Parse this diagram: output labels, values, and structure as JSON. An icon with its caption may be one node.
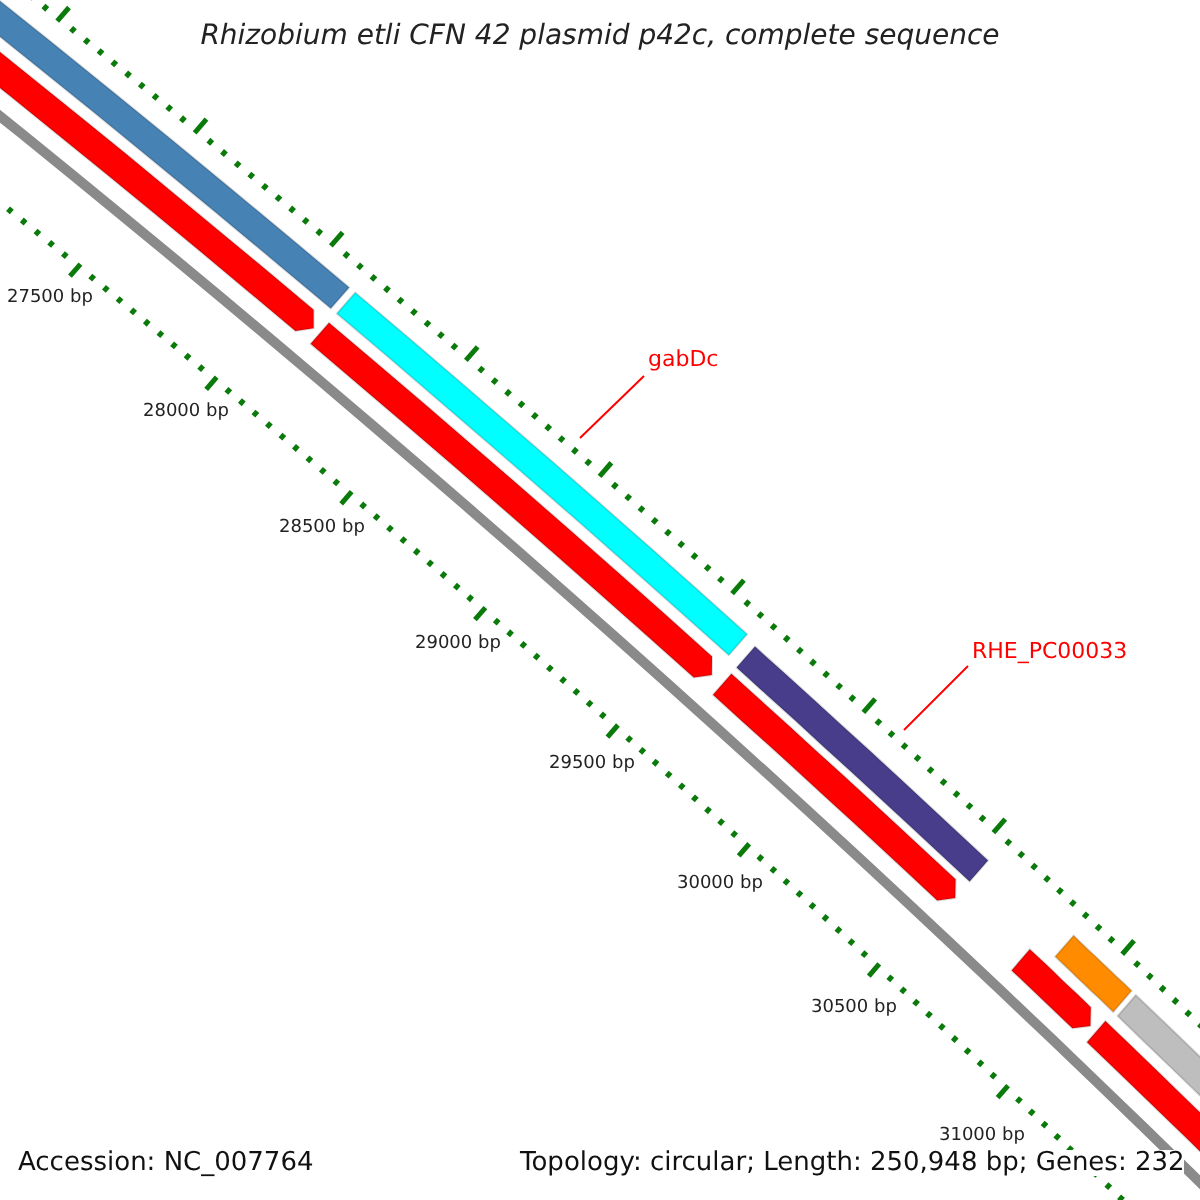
{
  "diagram": {
    "title": "Rhizobium etli CFN 42 plasmid p42c, complete sequence",
    "nodes": [
      {
        "text": [
          "gabDc"
        ]
      },
      {
        "text": [],
        "shape": "bar"
      },
      {
        "text": [
          "RHE_PC00033"
        ]
      },
      {
        "text": [],
        "shape": "bar"
      }
    ],
    "edges": [
      {
        "from": 0,
        "to": 1,
        "arrow": "none",
        "color": "#ff0000"
      },
      {
        "from": 2,
        "to": 3,
        "arrow": "none",
        "color": "#ff0000"
      }
    ],
    "labels": [
      "27500 bp",
      "28000 bp",
      "28500 bp",
      "29000 bp",
      "29500 bp",
      "30000 bp",
      "30500 bp",
      "31000 bp",
      "Accession: NC_007764",
      "Topology: circular; Length: 250,948 bp; Genes: 232"
    ]
  }
}
